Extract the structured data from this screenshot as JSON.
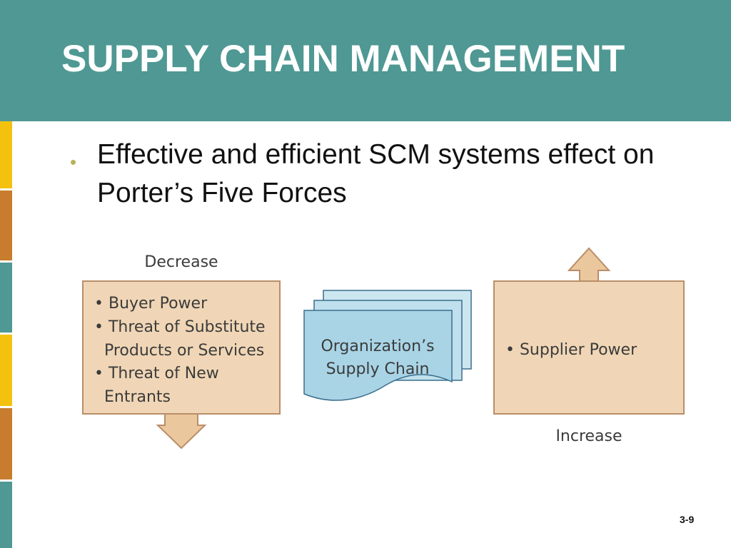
{
  "slide": {
    "title": "SUPPLY CHAIN MANAGEMENT",
    "bullet": "Effective and efficient SCM systems effect on Porter’s Five Forces",
    "page_number": "3-9"
  },
  "diagram": {
    "decrease_label": "Decrease",
    "decrease_items": [
      "• Buyer Power",
      "• Threat of Substitute",
      "  Products or Services",
      "• Threat of New",
      "  Entrants"
    ],
    "center_line1": "Organization’s",
    "center_line2": "Supply Chain",
    "increase_item": "• Supplier Power",
    "increase_label": "Increase"
  },
  "colors": {
    "header": "#4f9893",
    "box_fill": "#f0d6b6",
    "box_border": "#b98e69",
    "doc_fill": "#cce6f0",
    "doc_front": "#a9d4e6",
    "doc_border": "#3b6f8c",
    "bullet": "#b9b25a",
    "side_bar": [
      "#f4c20e",
      "#c87d2e",
      "#4f9893",
      "#f4c20e",
      "#c87d2e",
      "#4f9893"
    ]
  }
}
